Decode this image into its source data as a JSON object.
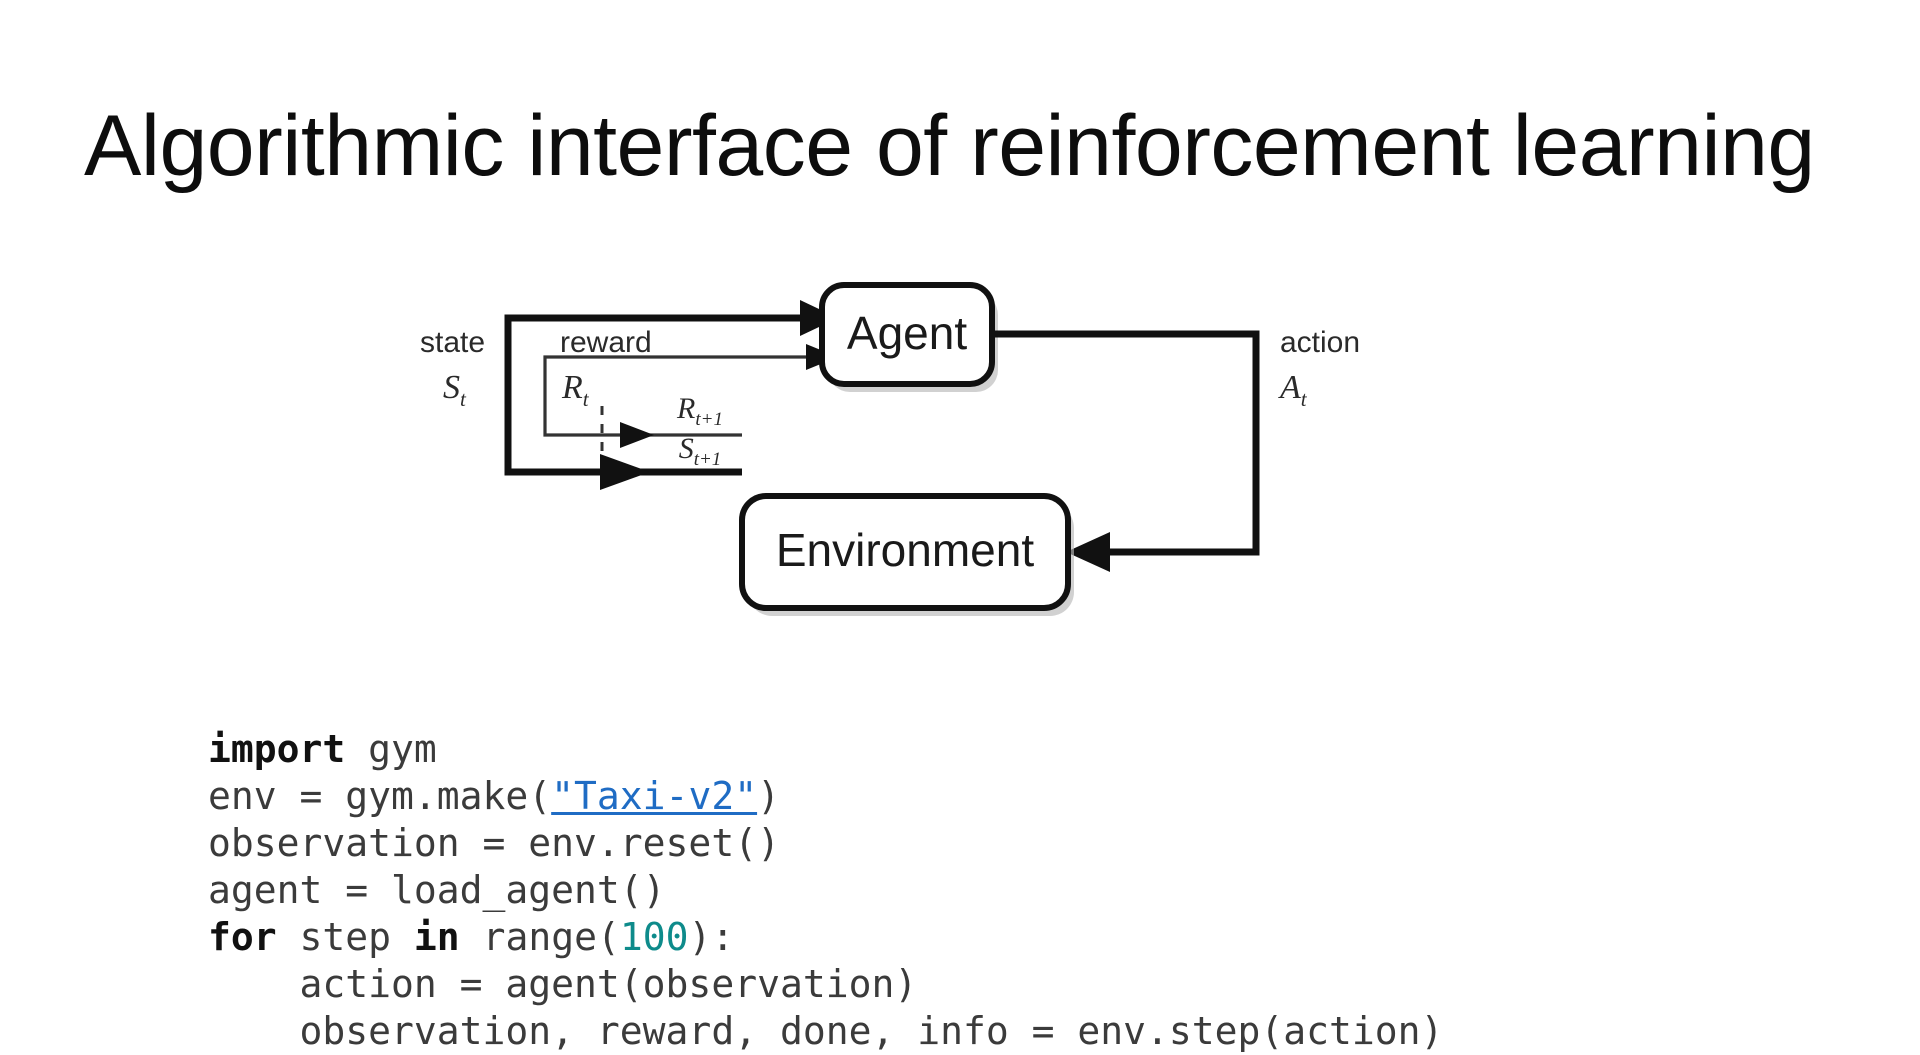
{
  "slide": {
    "title": "Algorithmic interface of reinforcement learning"
  },
  "diagram": {
    "name": "reinforcement-learning-loop",
    "nodes": [
      {
        "id": "agent",
        "label": "Agent"
      },
      {
        "id": "environment",
        "label": "Environment"
      }
    ],
    "edge_labels": {
      "state_word": "state",
      "state_symbol": "S",
      "state_subscript": "t",
      "reward_word": "reward",
      "reward_symbol": "R",
      "reward_subscript": "t",
      "action_word": "action",
      "action_symbol": "A",
      "action_subscript": "t",
      "next_reward_symbol": "R",
      "next_reward_subscript": "t+1",
      "next_state_symbol": "S",
      "next_state_subscript": "t+1"
    },
    "colors": {
      "stroke": "#111111",
      "thin_stroke": "#333333",
      "box_fill": "#ffffff",
      "shadow": "#b8b8b8"
    }
  },
  "code": {
    "language": "python",
    "colors": {
      "keyword": "#111111",
      "number": "#0e8b8b",
      "link": "#1f6cc4",
      "plain": "#3b3b3b"
    },
    "lines": [
      {
        "id": "line-1",
        "text": "import gym",
        "tokens": [
          {
            "t": "import",
            "k": "kw"
          },
          {
            "t": " gym",
            "k": "plain"
          }
        ]
      },
      {
        "id": "line-2",
        "text": "env = gym.make(\"Taxi-v2\")",
        "tokens": [
          {
            "t": "env = gym.make(",
            "k": "plain"
          },
          {
            "t": "\"Taxi-v2\"",
            "k": "link"
          },
          {
            "t": ")",
            "k": "plain"
          }
        ]
      },
      {
        "id": "line-3",
        "text": "observation = env.reset()",
        "tokens": [
          {
            "t": "observation = env.reset()",
            "k": "plain"
          }
        ]
      },
      {
        "id": "line-4",
        "text": "agent = load_agent()",
        "tokens": [
          {
            "t": "agent = load_agent()",
            "k": "plain"
          }
        ]
      },
      {
        "id": "line-5",
        "text": "for step in range(100):",
        "tokens": [
          {
            "t": "for",
            "k": "kw"
          },
          {
            "t": " step ",
            "k": "plain"
          },
          {
            "t": "in",
            "k": "kw"
          },
          {
            "t": " range(",
            "k": "plain"
          },
          {
            "t": "100",
            "k": "num"
          },
          {
            "t": "):",
            "k": "plain"
          }
        ]
      },
      {
        "id": "line-6",
        "text": "    action = agent(observation)",
        "tokens": [
          {
            "t": "    action = agent(observation)",
            "k": "plain"
          }
        ]
      },
      {
        "id": "line-7",
        "text": "    observation, reward, done, info = env.step(action)",
        "tokens": [
          {
            "t": "    observation, reward, done, info = env.step(action)",
            "k": "plain"
          }
        ]
      }
    ]
  }
}
